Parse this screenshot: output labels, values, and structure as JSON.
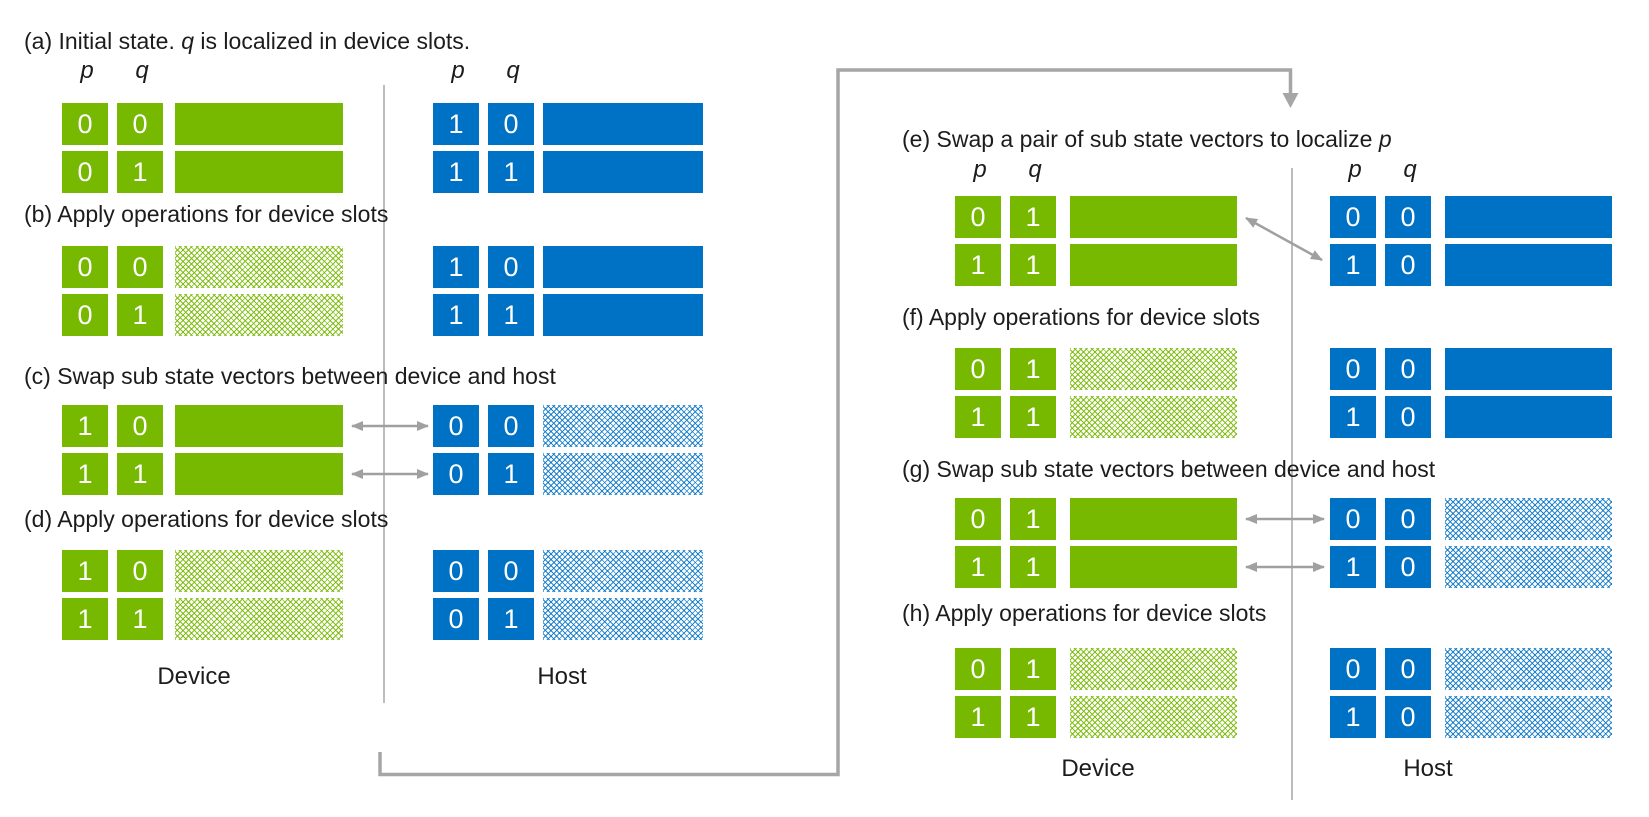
{
  "colors": {
    "device_green": "#76B900",
    "host_blue": "#0072C6",
    "arrow_gray": "#A6A6A6",
    "text": "#1C1C1C"
  },
  "qubit_labels": {
    "p": "p",
    "q": "q"
  },
  "section_labels": {
    "device_left": "Device",
    "host_left": "Host",
    "device_right": "Device",
    "host_right": "Host"
  },
  "panels": [
    {
      "id": "a",
      "heading": [
        {
          "text": "(a) Initial state. ",
          "italic": false
        },
        {
          "text": "q",
          "italic": true
        },
        {
          "text": " is localized in device slots.",
          "italic": false
        }
      ],
      "show_pq": true,
      "device": {
        "rows": [
          {
            "p": "0",
            "q": "0",
            "bar": "solid"
          },
          {
            "p": "0",
            "q": "1",
            "bar": "solid"
          }
        ]
      },
      "host": {
        "rows": [
          {
            "p": "1",
            "q": "0",
            "bar": "solid"
          },
          {
            "p": "1",
            "q": "1",
            "bar": "solid"
          }
        ]
      },
      "swap": null
    },
    {
      "id": "b",
      "heading": [
        {
          "text": "(b) Apply operations for device slots",
          "italic": false
        }
      ],
      "show_pq": false,
      "device": {
        "rows": [
          {
            "p": "0",
            "q": "0",
            "bar": "hatch"
          },
          {
            "p": "0",
            "q": "1",
            "bar": "hatch"
          }
        ]
      },
      "host": {
        "rows": [
          {
            "p": "1",
            "q": "0",
            "bar": "solid"
          },
          {
            "p": "1",
            "q": "1",
            "bar": "solid"
          }
        ]
      },
      "swap": null
    },
    {
      "id": "c",
      "heading": [
        {
          "text": "(c) Swap sub state vectors between device and host",
          "italic": false
        }
      ],
      "show_pq": false,
      "device": {
        "rows": [
          {
            "p": "1",
            "q": "0",
            "bar": "solid"
          },
          {
            "p": "1",
            "q": "1",
            "bar": "solid"
          }
        ]
      },
      "host": {
        "rows": [
          {
            "p": "0",
            "q": "0",
            "bar": "hatch"
          },
          {
            "p": "0",
            "q": "1",
            "bar": "hatch"
          }
        ]
      },
      "swap": "horizontal"
    },
    {
      "id": "d",
      "heading": [
        {
          "text": "(d) Apply operations for device slots",
          "italic": false
        }
      ],
      "show_pq": false,
      "device": {
        "rows": [
          {
            "p": "1",
            "q": "0",
            "bar": "hatch"
          },
          {
            "p": "1",
            "q": "1",
            "bar": "hatch"
          }
        ]
      },
      "host": {
        "rows": [
          {
            "p": "0",
            "q": "0",
            "bar": "hatch"
          },
          {
            "p": "0",
            "q": "1",
            "bar": "hatch"
          }
        ]
      },
      "swap": null
    },
    {
      "id": "e",
      "heading": [
        {
          "text": "(e) Swap a pair of sub state vectors to localize ",
          "italic": false
        },
        {
          "text": "p",
          "italic": true
        }
      ],
      "show_pq": true,
      "device": {
        "rows": [
          {
            "p": "0",
            "q": "1",
            "bar": "solid"
          },
          {
            "p": "1",
            "q": "1",
            "bar": "solid"
          }
        ]
      },
      "host": {
        "rows": [
          {
            "p": "0",
            "q": "0",
            "bar": "solid"
          },
          {
            "p": "1",
            "q": "0",
            "bar": "solid"
          }
        ]
      },
      "swap": "diagonal"
    },
    {
      "id": "f",
      "heading": [
        {
          "text": "(f) Apply operations for device slots",
          "italic": false
        }
      ],
      "show_pq": false,
      "device": {
        "rows": [
          {
            "p": "0",
            "q": "1",
            "bar": "hatch"
          },
          {
            "p": "1",
            "q": "1",
            "bar": "hatch"
          }
        ]
      },
      "host": {
        "rows": [
          {
            "p": "0",
            "q": "0",
            "bar": "solid"
          },
          {
            "p": "1",
            "q": "0",
            "bar": "solid"
          }
        ]
      },
      "swap": null
    },
    {
      "id": "g",
      "heading": [
        {
          "text": "(g) Swap sub state vectors between device and host",
          "italic": false
        }
      ],
      "show_pq": false,
      "device": {
        "rows": [
          {
            "p": "0",
            "q": "1",
            "bar": "solid"
          },
          {
            "p": "1",
            "q": "1",
            "bar": "solid"
          }
        ]
      },
      "host": {
        "rows": [
          {
            "p": "0",
            "q": "0",
            "bar": "hatch"
          },
          {
            "p": "1",
            "q": "0",
            "bar": "hatch"
          }
        ]
      },
      "swap": "horizontal"
    },
    {
      "id": "h",
      "heading": [
        {
          "text": "(h) Apply operations for device slots",
          "italic": false
        }
      ],
      "show_pq": false,
      "device": {
        "rows": [
          {
            "p": "0",
            "q": "1",
            "bar": "hatch"
          },
          {
            "p": "1",
            "q": "1",
            "bar": "hatch"
          }
        ]
      },
      "host": {
        "rows": [
          {
            "p": "0",
            "q": "0",
            "bar": "hatch"
          },
          {
            "p": "1",
            "q": "0",
            "bar": "hatch"
          }
        ]
      },
      "swap": null
    }
  ]
}
